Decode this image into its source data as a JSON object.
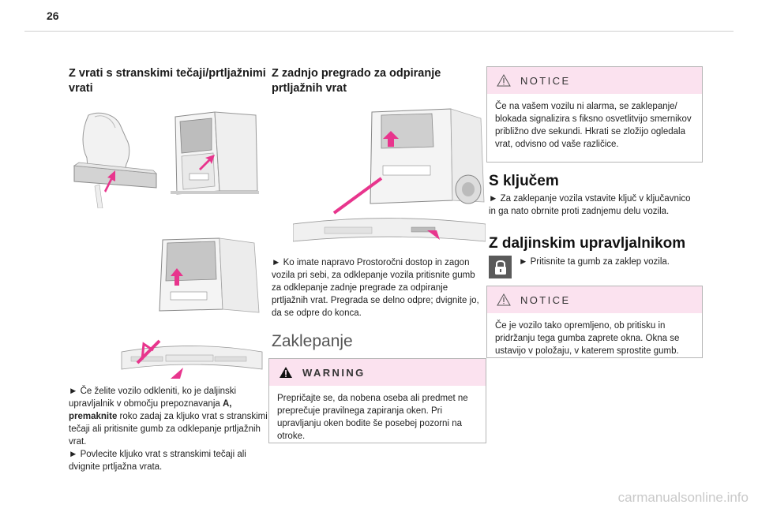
{
  "page": {
    "number": "26"
  },
  "col1": {
    "heading": "Z vrati s stranskimi tečaji/prtljažnimi vrati",
    "para": [
      "► Če želite vozilo odkleniti, ko je daljinski upravljalnik v območju prepoznavanja ",
      "A, premaknite",
      " roko zadaj za kljuko vrat s stranskimi tečaji ali pritisnite gumb za odklepanje prtljažnih vrat."
    ],
    "para2": "► Povlecite kljuko vrat s stranskimi tečaji ali dvignite prtljažna vrata."
  },
  "col2": {
    "heading": "Z zadnjo pregrado za odpiranje prtljažnih vrat",
    "para": "► Ko imate napravo Prostoročni dostop in zagon vozila pri sebi, za odklepanje vozila pritisnite gumb za odklepanje zadnje pregrade za odpiranje prtljažnih vrat. Pregrada se delno odpre; dvignite jo, da se odpre do konca.",
    "section": "Zaklepanje",
    "warning": {
      "title": "WARNING",
      "text": "Prepričajte se, da nobena oseba ali predmet ne preprečuje pravilnega zapiranja oken. Pri upravljanju oken bodite še posebej pozorni na otroke."
    }
  },
  "col3": {
    "notice1": {
      "title": "NOTICE",
      "text": "Če na vašem vozilu ni alarma, se zaklepanje/ blokada signalizira s fiksno osvetlitvijo smernikov približno dve sekundi. Hkrati se zložijo ogledala vrat, odvisno od vaše različice."
    },
    "heading1": "S ključem",
    "para1": "► Za zaklepanje vozila vstavite ključ v ključavnico in ga nato obrnite proti zadnjemu delu vozila.",
    "heading2": "Z daljinskim upravljalnikom",
    "lock_text": "► Pritisnite ta gumb za zaklep vozila.",
    "notice2": {
      "title": "NOTICE",
      "text": "Če je vozilo tako opremljeno, ob pritisku in pridržanju tega gumba zaprete okna. Okna se ustavijo v položaju, v katerem sprostite gumb."
    }
  },
  "watermark": "carmanualsonline.info",
  "colors": {
    "accent_pink": "#e8358d",
    "box_header": "#fbe2ef"
  }
}
